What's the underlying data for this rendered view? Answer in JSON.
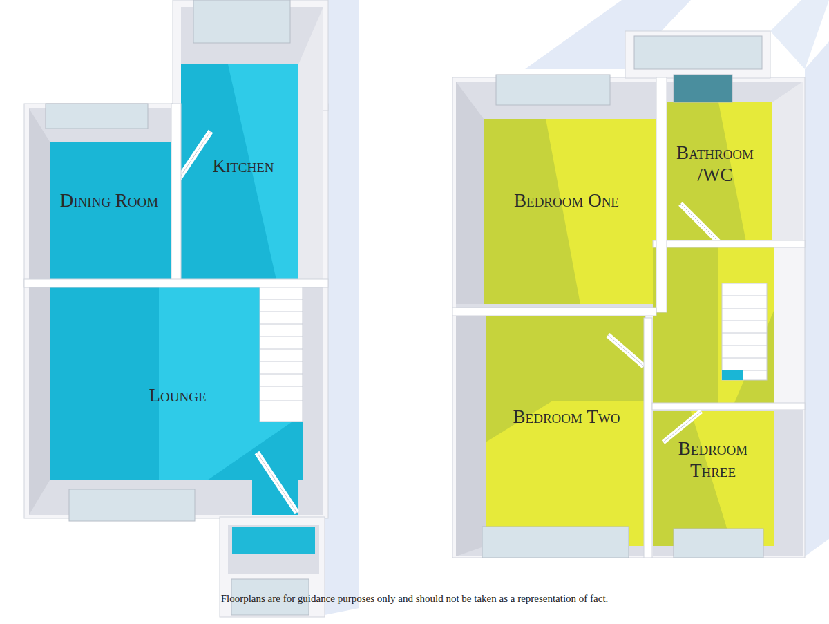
{
  "diagram": {
    "caption": "Floorplans are for guidance purposes only and should not be taken as a representation of fact.",
    "nodes": [
      {
        "text": [
          "Dining Room"
        ]
      },
      {
        "text": [
          "Kitchen"
        ]
      },
      {
        "text": [
          "Lounge"
        ]
      },
      {
        "text": [
          "Bedroom One"
        ]
      },
      {
        "text": [
          "Bathroom /WC"
        ]
      },
      {
        "text": [
          "Bedroom Two"
        ]
      },
      {
        "text": [
          "Bedroom Three"
        ]
      }
    ]
  }
}
